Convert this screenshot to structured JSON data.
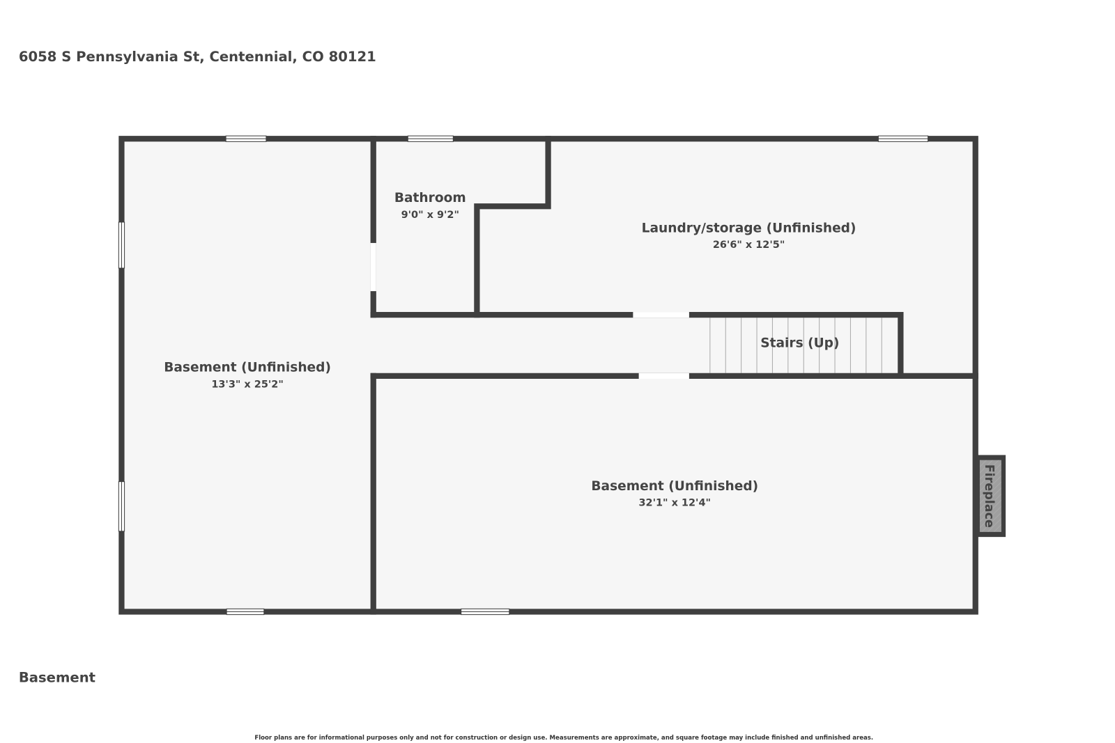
{
  "address": "6058 S Pennsylvania St, Centennial, CO 80121",
  "floor_name": "Basement",
  "disclaimer": "Floor plans are for informational purposes only and not for construction or design use. Measurements are approximate, and square footage may include finished and unfinished areas.",
  "rooms": [
    {
      "name": "Basement (Unfinished)",
      "dims": "13'3\" x 25'2\""
    },
    {
      "name": "Bathroom",
      "dims": "9'0\" x 9'2\""
    },
    {
      "name": "Laundry/storage (Unfinished)",
      "dims": "26'6\" x 12'5\""
    },
    {
      "name": "Stairs (Up)"
    },
    {
      "name": "Basement (Unfinished)",
      "dims": "32'1\" x 12'4\""
    },
    {
      "name": "Fireplace"
    }
  ],
  "colors": {
    "wall": "#3f3f3f",
    "floor": "#f6f6f6",
    "text": "#444444"
  }
}
